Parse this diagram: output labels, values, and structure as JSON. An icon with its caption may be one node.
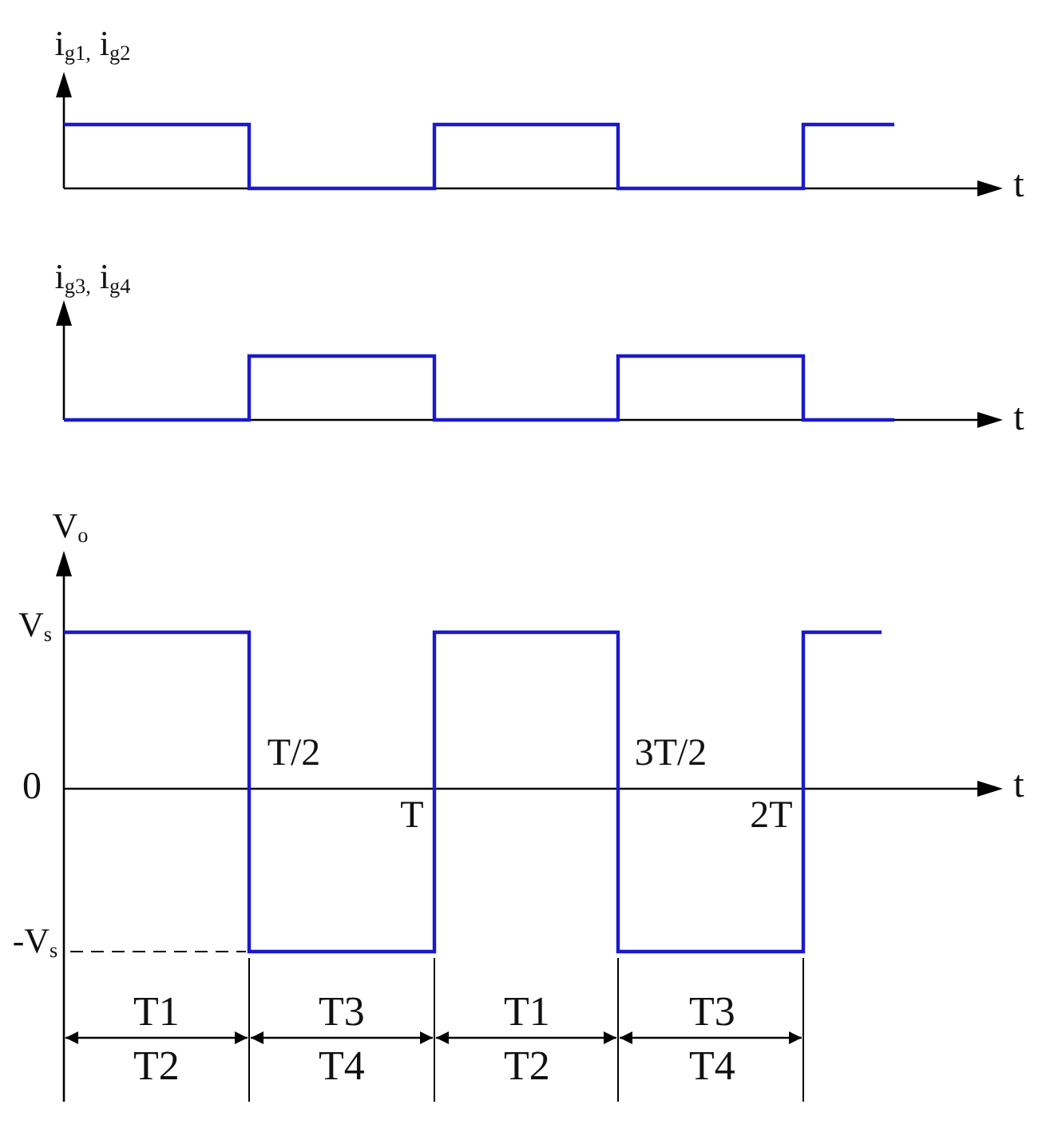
{
  "diagram": {
    "labels": [
      "i$_{g1,}$ i$_{g2}$",
      "t",
      "i$_{g3,}$ i$_{g4}$",
      "t",
      "V$_{o}$",
      "V$_{s}$",
      "T/2",
      "3T/2",
      "0",
      "t",
      "T",
      "2T",
      "-V$_{s}$",
      "T1",
      "T3",
      "T1",
      "T3",
      "T2",
      "T4",
      "T2",
      "T4"
    ]
  }
}
